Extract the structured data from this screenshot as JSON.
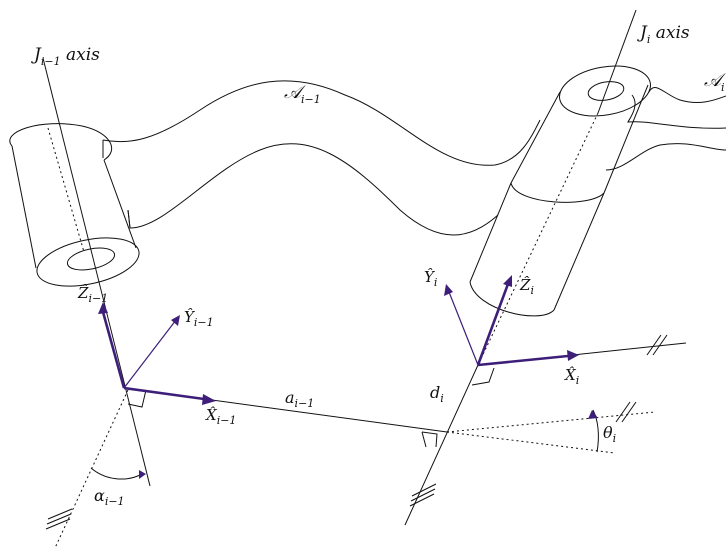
{
  "labels": {
    "joint_prev_axis": {
      "main": "J",
      "sub": "i−1",
      "tail": " axis"
    },
    "joint_axis": {
      "main": "J",
      "sub": "i",
      "tail": " axis"
    },
    "link_prev": {
      "main": "𝒜",
      "sub": "i−1"
    },
    "link_next": {
      "main": "𝒜",
      "sub": "i"
    },
    "z_prev": {
      "main": "Ẑ",
      "sub": "i−1"
    },
    "y_prev": {
      "main": "Ŷ",
      "sub": "i−1"
    },
    "x_prev": {
      "main": "X̂",
      "sub": "i−1"
    },
    "a_prev": {
      "main": "a",
      "sub": "i−1"
    },
    "alpha_prev": {
      "main": "α",
      "sub": "i−1"
    },
    "d_i": {
      "main": "d",
      "sub": "i"
    },
    "y_i": {
      "main": "Ŷ",
      "sub": "i"
    },
    "z_i": {
      "main": "Ẑ",
      "sub": "i"
    },
    "x_i": {
      "main": "X̂",
      "sub": "i"
    },
    "theta_i": {
      "main": "θ",
      "sub": "i"
    }
  },
  "colors": {
    "line": "#111111",
    "frame_vector": "#3d1f7a",
    "background": "#ffffff"
  }
}
